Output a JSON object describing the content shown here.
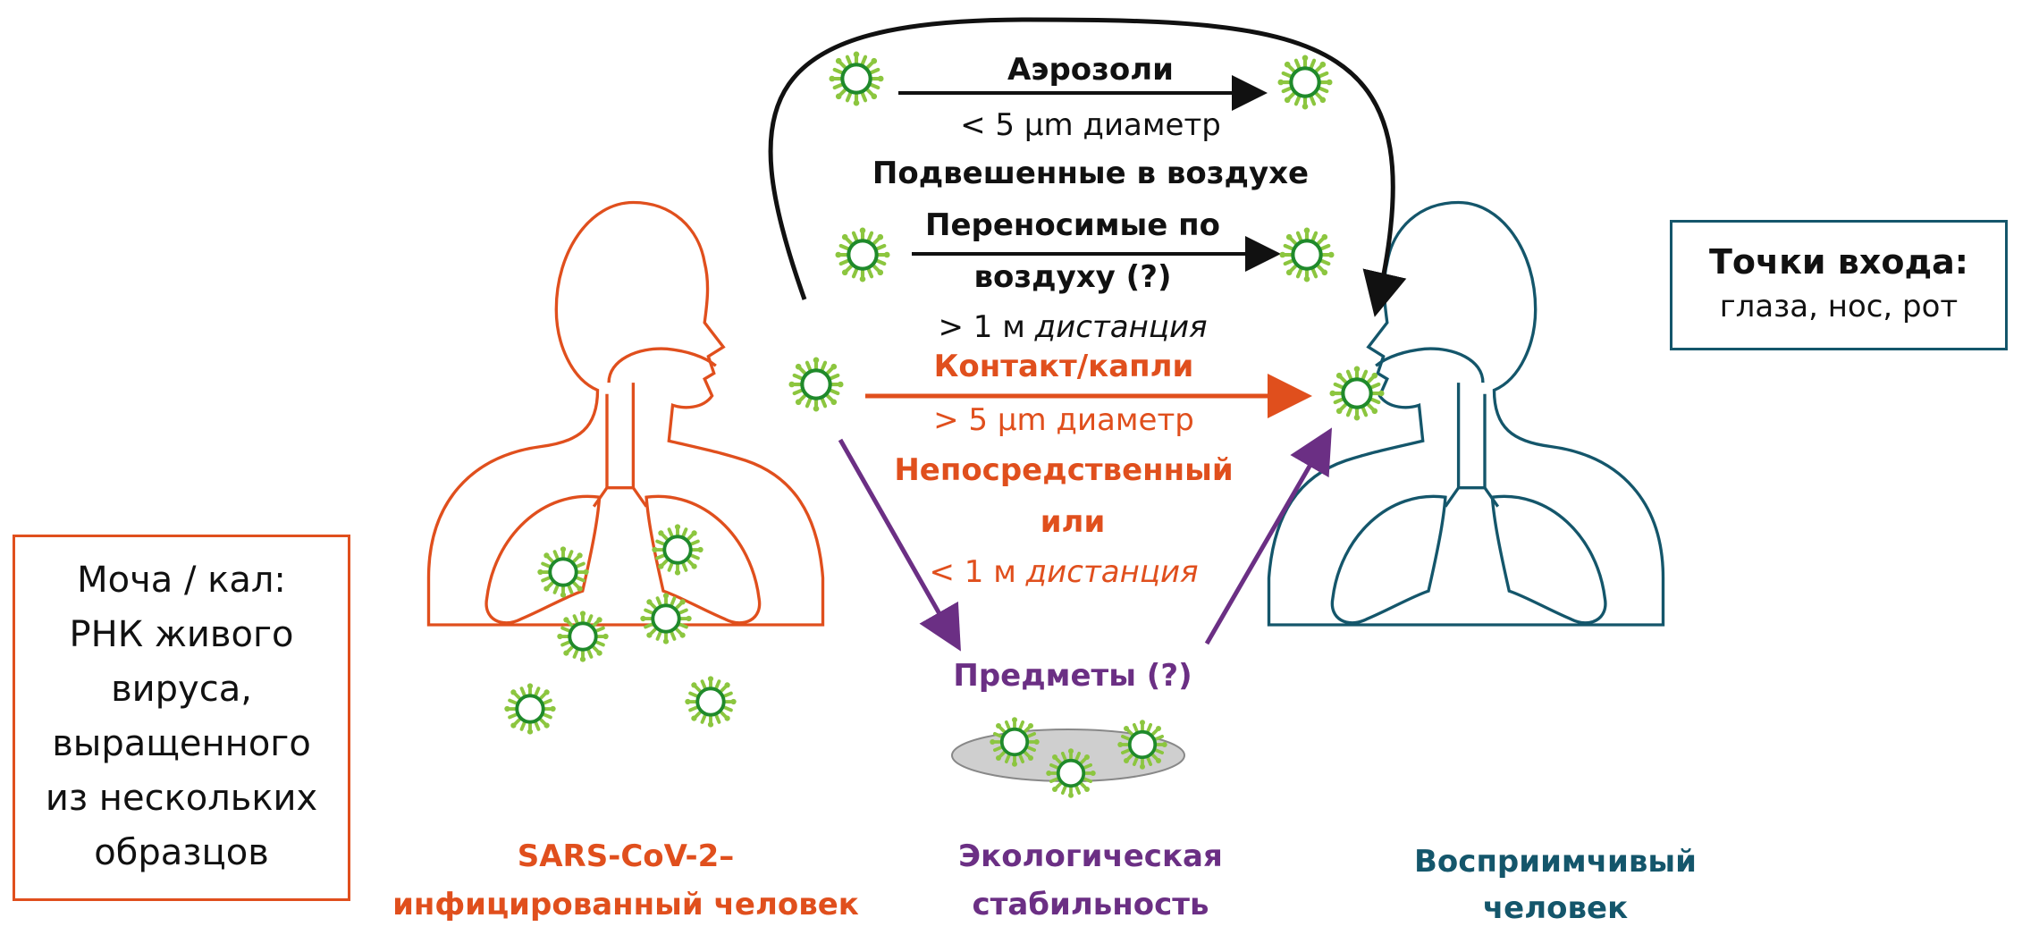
{
  "colors": {
    "infected": "#e04f1d",
    "susceptible": "#14566b",
    "fomite": "#6b2f84",
    "airborne": "#111111",
    "virus_body": "#ffffff",
    "virus_ring": "#1f8a2b",
    "virus_spikes": "#8cc63f",
    "surface": "#cfcfcf"
  },
  "icons": {
    "virus": "virus-particle-icon",
    "person": "human-torso-lungs-icon",
    "surface": "surface-ellipse-icon"
  },
  "routes": {
    "aerosol": {
      "title": "Аэрозоли",
      "size": "< 5 µm диаметр"
    },
    "suspended": {
      "title": "Подвешенные в воздухе"
    },
    "airborne": {
      "title_line1": "Переносимые по",
      "title_line2": "воздуху (?)",
      "distance_prefix": "> 1 м ",
      "distance_word": "дистанция"
    },
    "contact": {
      "title": "Контакт/капли",
      "size": "> 5 µm диаметр",
      "direct": "Непосредственный",
      "or": "или",
      "distance_prefix": "< 1 м ",
      "distance_word": "дистанция"
    },
    "fomite": {
      "title": "Предметы (?)"
    }
  },
  "entry_points": {
    "title": "Точки входа:",
    "text": "глаза, нос, рот"
  },
  "excretion_box": {
    "lines": [
      "Моча / кал:",
      "РНК живого",
      "вируса,",
      "выращенного",
      "из нескольких",
      "образцов"
    ]
  },
  "labels": {
    "infected_line1": "SARS-CoV-2–",
    "infected_line2": "инфицированный человек",
    "env_line1": "Экологическая",
    "env_line2": "стабильность",
    "susceptible_line1": "Восприимчивый",
    "susceptible_line2": "человек"
  }
}
